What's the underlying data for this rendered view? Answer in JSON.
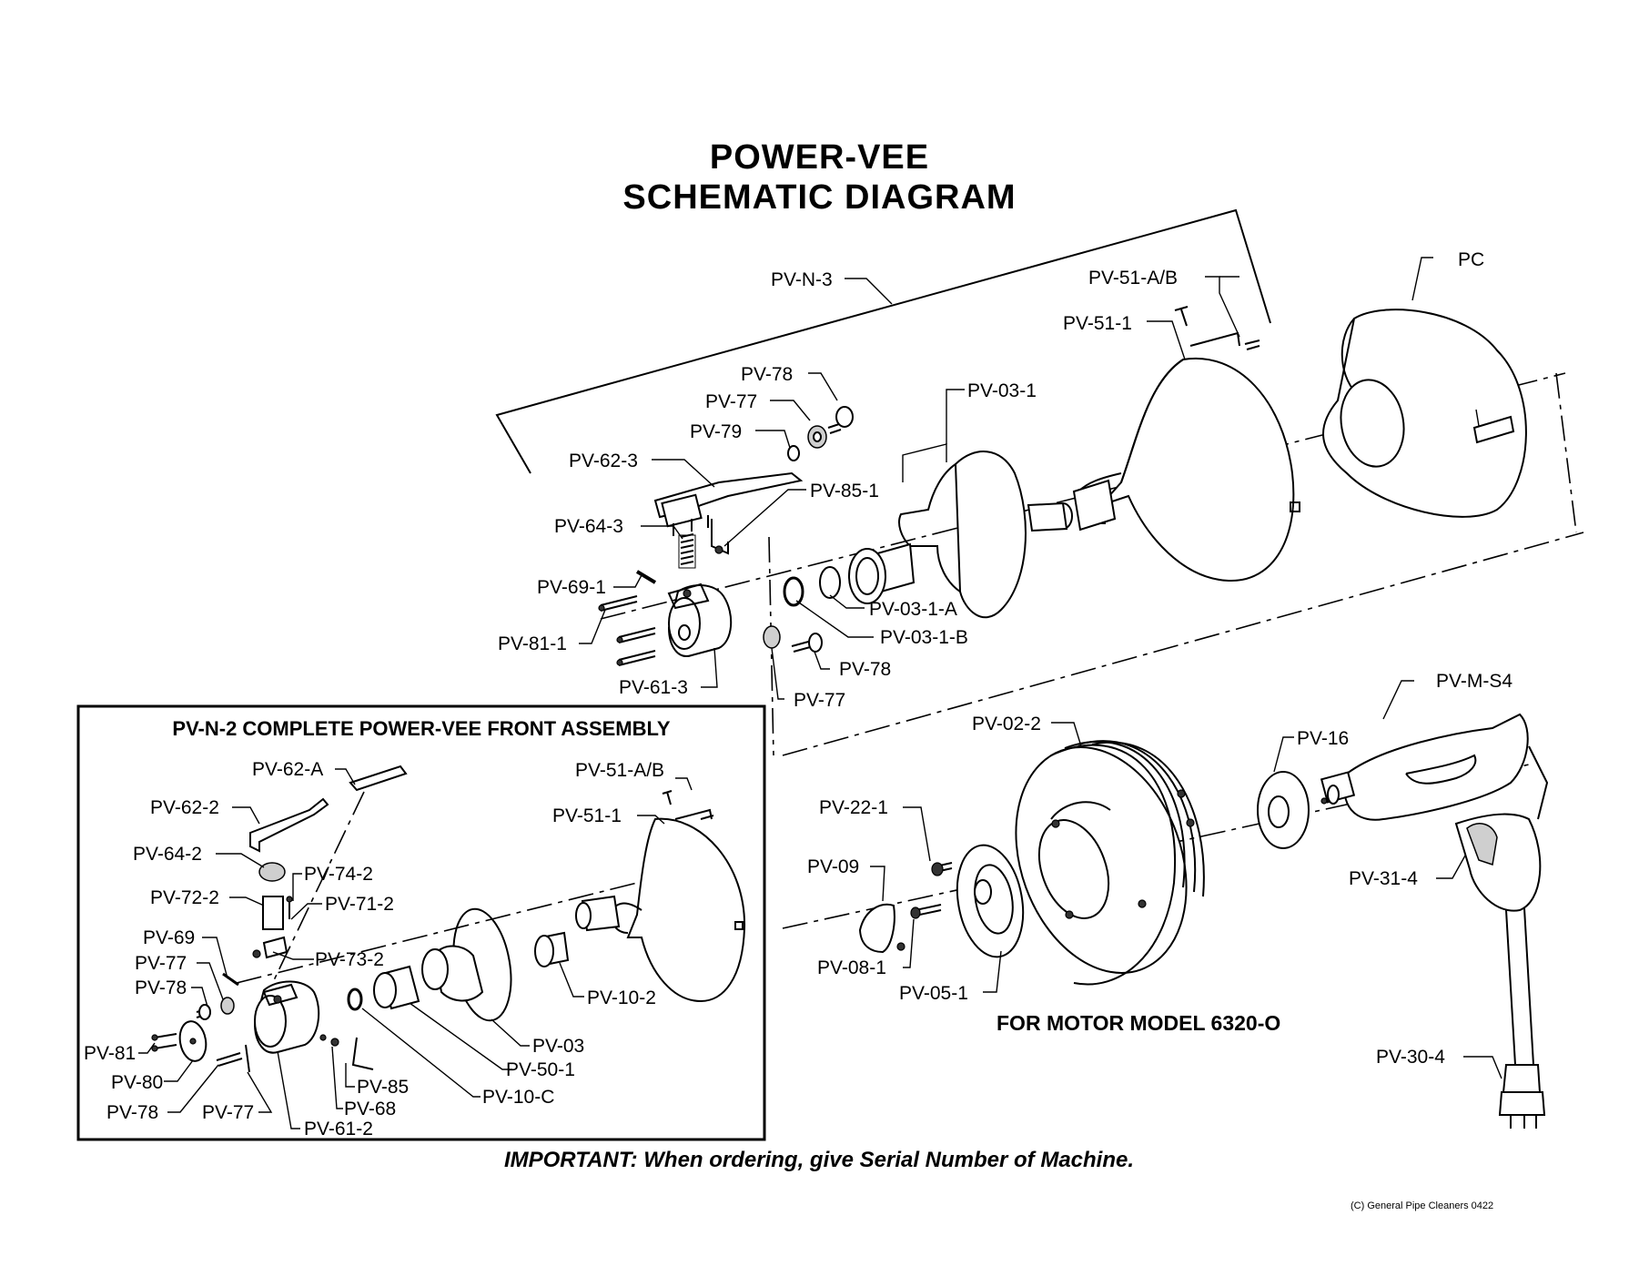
{
  "title": {
    "line1": "POWER-VEE",
    "line2": "SCHEMATIC DIAGRAM"
  },
  "inset": {
    "header": "PV-N-2 COMPLETE POWER-VEE FRONT ASSEMBLY"
  },
  "motor_note": "FOR MOTOR MODEL 6320-O",
  "important": "IMPORTANT: When ordering, give Serial Number of Machine.",
  "copyright": "(C) General Pipe Cleaners 0422",
  "labels": {
    "pv_n_3": "PV-N-3",
    "pv_51_ab": "PV-51-A/B",
    "pc": "PC",
    "pv_51_1": "PV-51-1",
    "pv_78_a": "PV-78",
    "pv_03_1": "PV-03-1",
    "pv_77_a": "PV-77",
    "pv_79": "PV-79",
    "pv_62_3": "PV-62-3",
    "pv_85_1": "PV-85-1",
    "pv_64_3": "PV-64-3",
    "pv_69_1": "PV-69-1",
    "pv_03_1_a": "PV-03-1-A",
    "pv_81_1": "PV-81-1",
    "pv_03_1_b": "PV-03-1-B",
    "pv_78_b": "PV-78",
    "pv_61_3": "PV-61-3",
    "pv_77_b": "PV-77",
    "pv_m_s4": "PV-M-S4",
    "pv_02_2": "PV-02-2",
    "pv_16": "PV-16",
    "pv_22_1": "PV-22-1",
    "pv_09": "PV-09",
    "pv_31_4": "PV-31-4",
    "pv_08_1": "PV-08-1",
    "pv_05_1": "PV-05-1",
    "pv_30_4": "PV-30-4",
    "in_62_a": "PV-62-A",
    "in_51_ab": "PV-51-A/B",
    "in_62_2": "PV-62-2",
    "in_51_1": "PV-51-1",
    "in_64_2": "PV-64-2",
    "in_74_2": "PV-74-2",
    "in_72_2": "PV-72-2",
    "in_71_2": "PV-71-2",
    "in_69": "PV-69",
    "in_73_2": "PV-73-2",
    "in_77_a": "PV-77",
    "in_78_a": "PV-78",
    "in_10_2": "PV-10-2",
    "in_81": "PV-81",
    "in_03": "PV-03",
    "in_85": "PV-85",
    "in_50_1": "PV-50-1",
    "in_80": "PV-80",
    "in_68": "PV-68",
    "in_10_c": "PV-10-C",
    "in_78_b": "PV-78",
    "in_77_b": "PV-77",
    "in_61_2": "PV-61-2"
  }
}
